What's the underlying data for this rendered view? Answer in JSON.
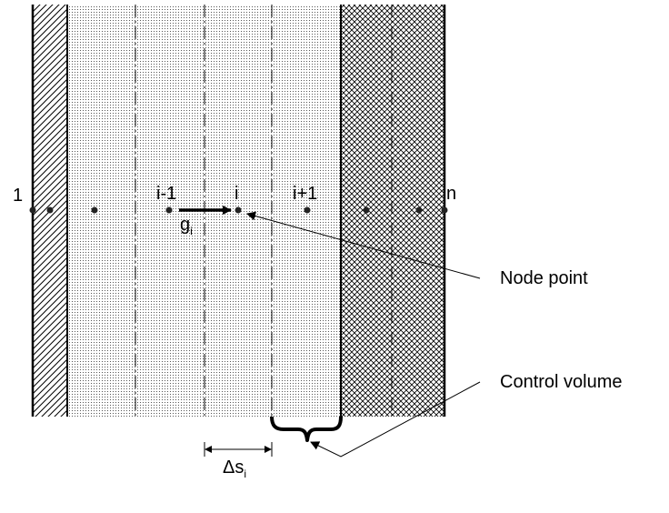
{
  "node_labels": {
    "first": "1",
    "prev": "i-1",
    "current": "i",
    "next": "i+1",
    "last": "n"
  },
  "flux_label": {
    "symbol": "g",
    "subscript": "i"
  },
  "spacing_label": {
    "symbol": "Δs",
    "subscript": "i"
  },
  "callouts": {
    "node_point": "Node point",
    "control_volume": "Control volume"
  }
}
